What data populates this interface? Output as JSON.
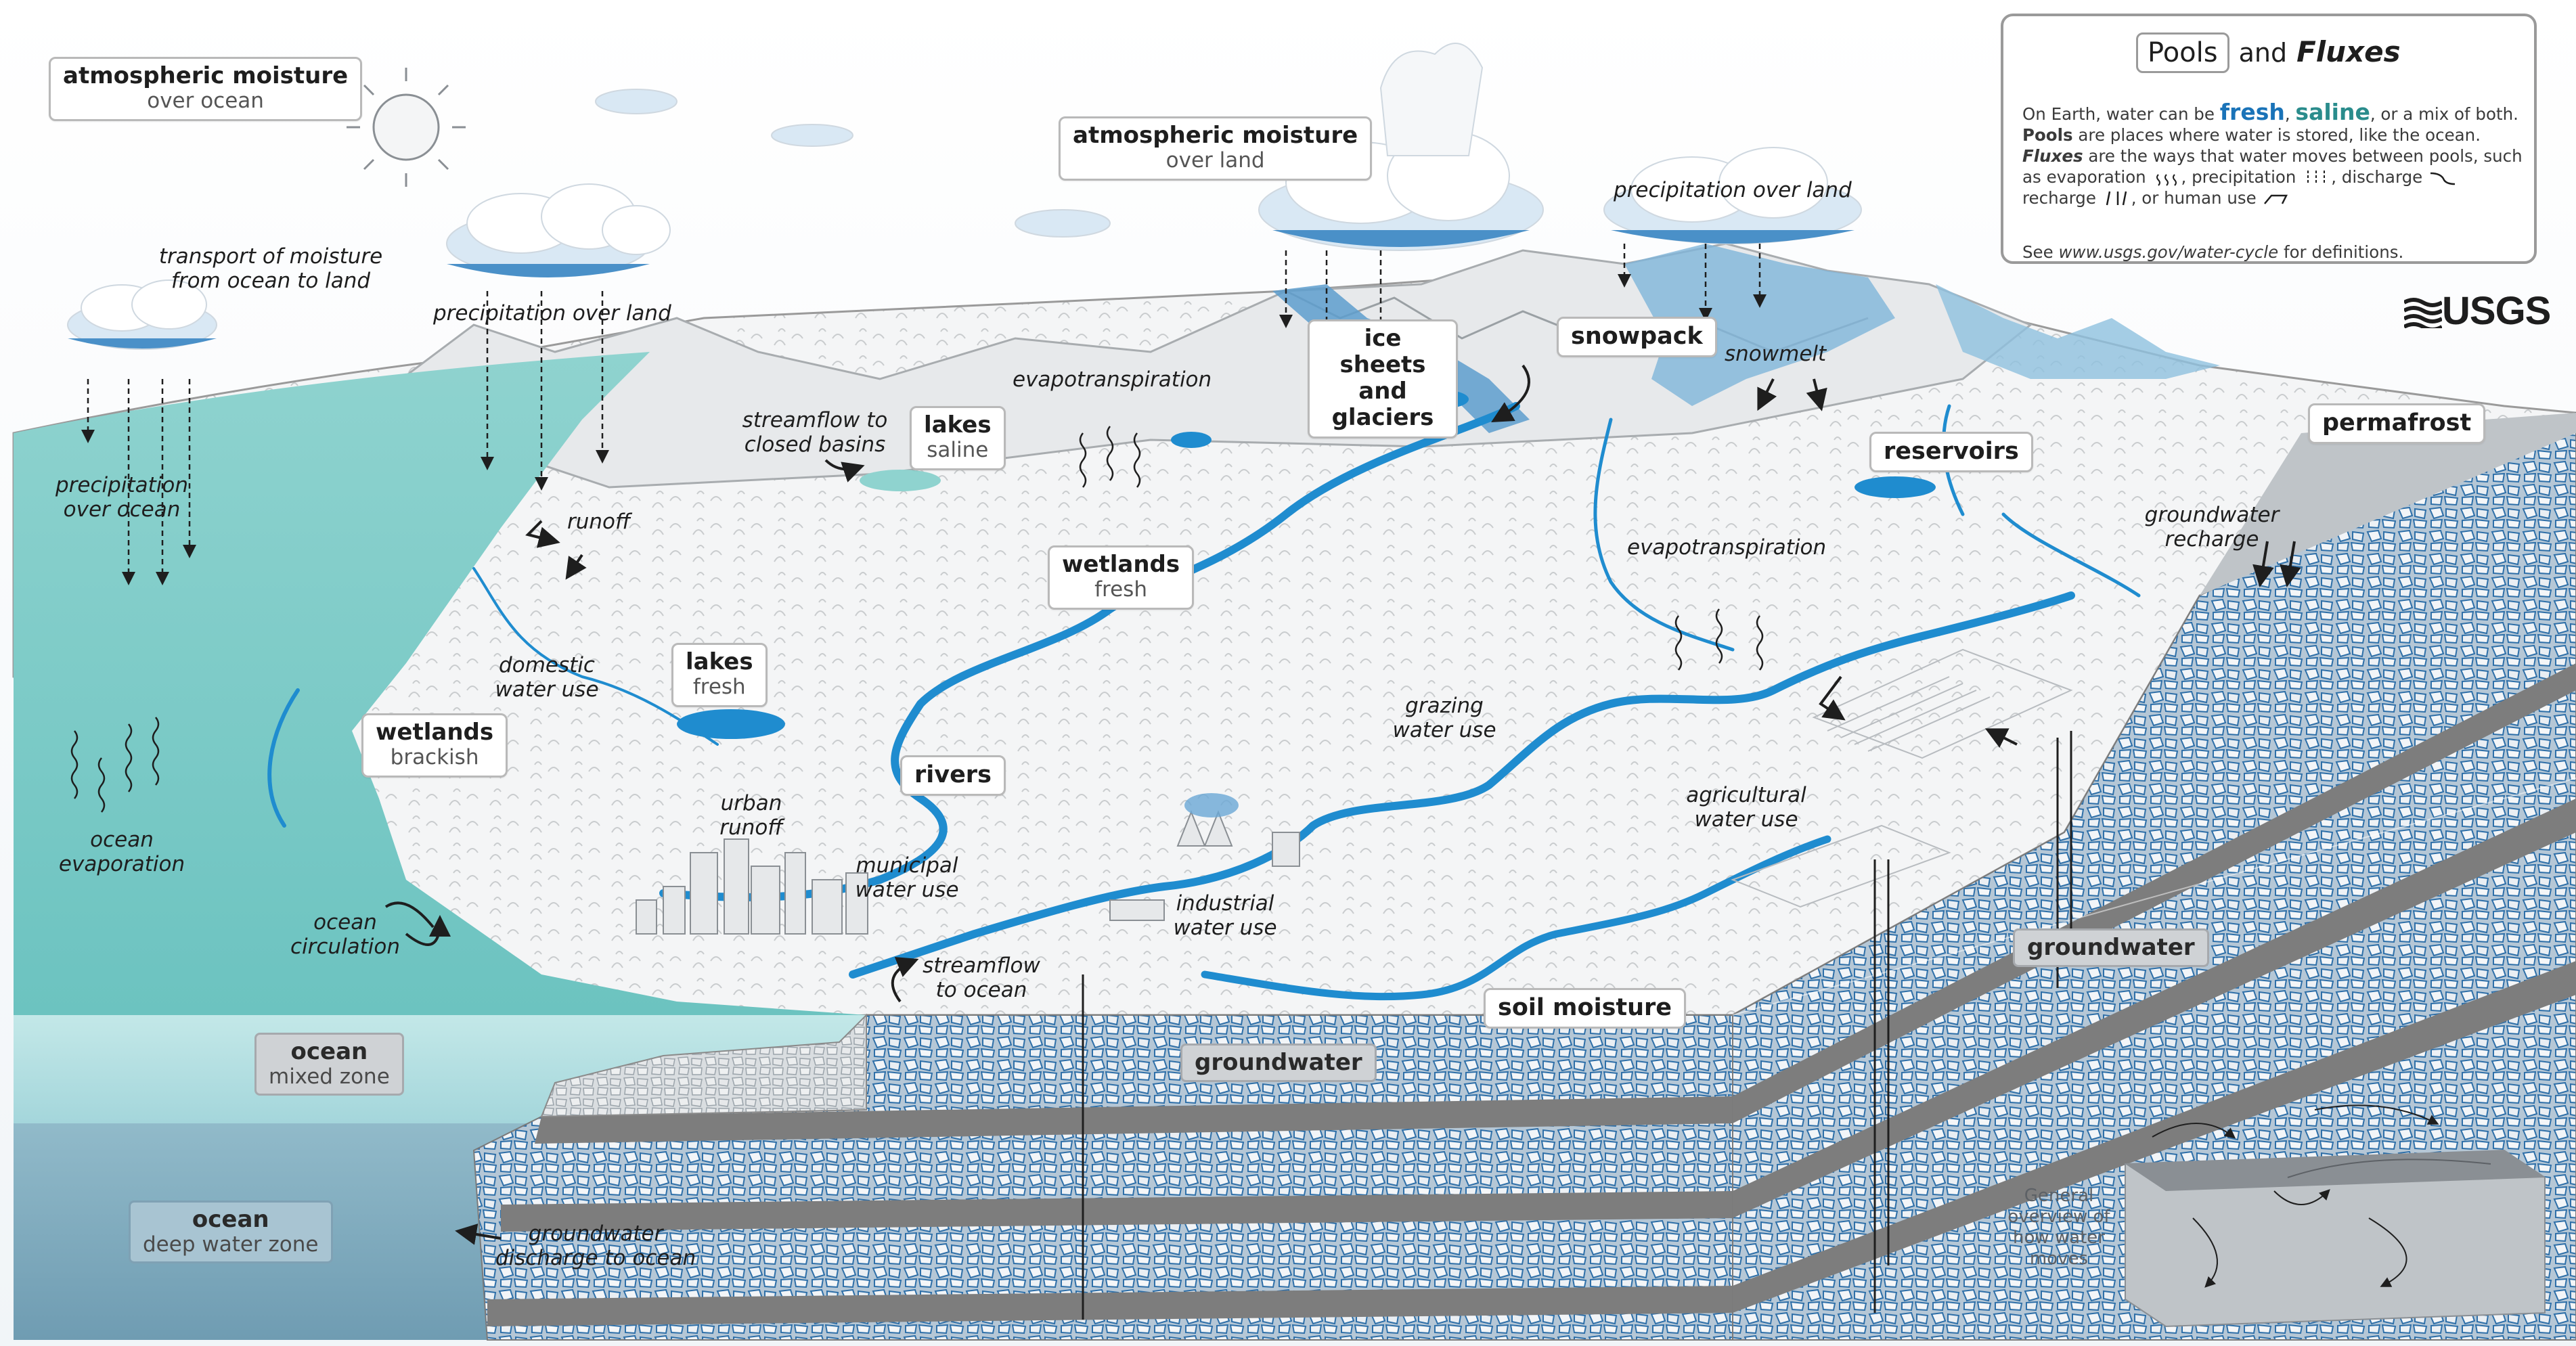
{
  "labels": {
    "atmo_ocean": {
      "title": "atmospheric moisture",
      "sub": "over ocean"
    },
    "atmo_land": {
      "title": "atmospheric moisture",
      "sub": "over land"
    },
    "transport": "transport of moisture from ocean to land",
    "precip_land_1": "precipitation over land",
    "precip_land_2": "precipitation over land",
    "precip_ocean": "precipitation over ocean",
    "runoff": "runoff",
    "streamflow_closed": "streamflow to closed basins",
    "lakes_saline": {
      "title": "lakes",
      "sub": "saline"
    },
    "evapotranspiration_1": "evapotranspiration",
    "evapotranspiration_2": "evapotranspiration",
    "ice_sheets": "ice sheets and glaciers",
    "snowpack": "snowpack",
    "snowmelt": "snowmelt",
    "reservoirs": "reservoirs",
    "permafrost": "permafrost",
    "gw_recharge": "groundwater recharge",
    "wetlands_fresh": {
      "title": "wetlands",
      "sub": "fresh"
    },
    "lakes_fresh": {
      "title": "lakes",
      "sub": "fresh"
    },
    "domestic": "domestic water use",
    "wetlands_brackish": {
      "title": "wetlands",
      "sub": "brackish"
    },
    "ocean_evap": "ocean evaporation",
    "rivers": "rivers",
    "grazing": "grazing water use",
    "urban_runoff": "urban runoff",
    "municipal": "municipal water use",
    "industrial": "industrial water use",
    "agricultural": "agricultural water use",
    "ocean_circulation": "ocean circulation",
    "streamflow_ocean": "streamflow to ocean",
    "soil_moisture": "soil moisture",
    "groundwater_1": "groundwater",
    "groundwater_2": "groundwater",
    "ocean_mixed": {
      "title": "ocean",
      "sub": "mixed zone"
    },
    "ocean_deep": {
      "title": "ocean",
      "sub": "deep water zone"
    },
    "gw_discharge": "groundwater discharge to ocean"
  },
  "legend": {
    "pools": "Pools",
    "and": "and",
    "fluxes": "Fluxes",
    "line1_a": "On Earth, water can be ",
    "fresh": "fresh",
    "comma": ", ",
    "saline": "saline",
    "line1_b": ", or a mix of both.",
    "pools_bold": "Pools",
    "line2": " are places where water is stored, like the ocean.",
    "fluxes_bold": "Fluxes",
    "line3": " are the ways that water moves between pools, such as evaporation",
    "precip": ", precipitation",
    "discharge": ", discharge",
    "recharge": "recharge",
    "human": ", or human use",
    "see_a": "See ",
    "see_url": "www.usgs.gov/water-cycle",
    "see_b": " for definitions."
  },
  "logo": "USGS",
  "overview": "General overview of how water moves",
  "colors": {
    "ocean_surface": "#8fd3cf",
    "ocean_mixed": "#b6e3e3",
    "ocean_deep": "#8fb8c8",
    "river": "#1f8ccf",
    "aquifer": "#2e6fa8",
    "rock": "#8c8c8c",
    "cloud": "#4a90c8"
  }
}
